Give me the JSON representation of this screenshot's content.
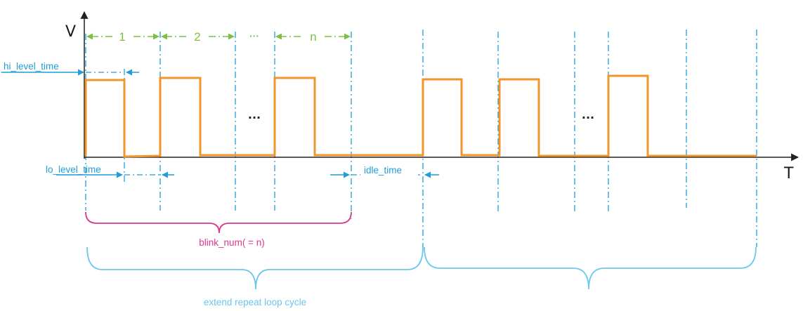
{
  "colors": {
    "signal": "#F0962B",
    "axis": "#222222",
    "guide": "#1F9ED8",
    "green": "#7CC242",
    "pink": "#D9388B",
    "cycle": "#6CC6EE"
  },
  "axes": {
    "y_label": "V",
    "x_label": "T"
  },
  "period_labels": [
    "1",
    "2",
    "···",
    "n"
  ],
  "ellipsis": "···",
  "annotations": {
    "hi_level_time": "hi_level_time",
    "lo_level_time": "lo_level_time",
    "idle_time": "idle_time",
    "blink_num": "blink_num( = n)",
    "cycle": "extend repeat loop cycle"
  }
}
